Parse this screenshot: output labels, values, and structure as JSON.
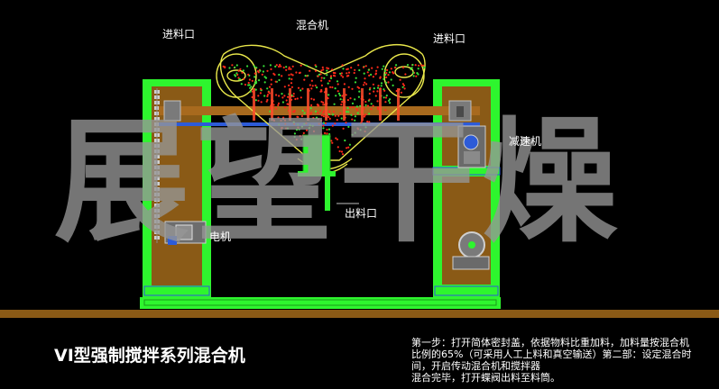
{
  "labels": {
    "inlet_left": "进料口",
    "mixer": "混合机",
    "inlet_right": "进料口",
    "reducer": "减速机",
    "outlet": "出料口",
    "motor": "电机"
  },
  "watermark": "展望干燥",
  "title": "VI型强制搅拌系列混合机",
  "description_lines": [
    "第一步：打开简体密封盖，依据物料比重加料，加料量按混合机",
    "比例的65%（可采用人工上料和真空输送）第二部：设定混合时",
    "间，开启传动混合机和搅拌器",
    "混合完毕，打开蝶阀出料至料筒。"
  ],
  "colors": {
    "frame": "#2ef52e",
    "panel": "#8a5a16",
    "floor": "#8a5a16",
    "vessel": "#e8e64a",
    "particles_red": "#ff2a1a",
    "particles_green": "#38e038",
    "shaft": "#a86a1e",
    "blue": "#2d5bd8"
  }
}
